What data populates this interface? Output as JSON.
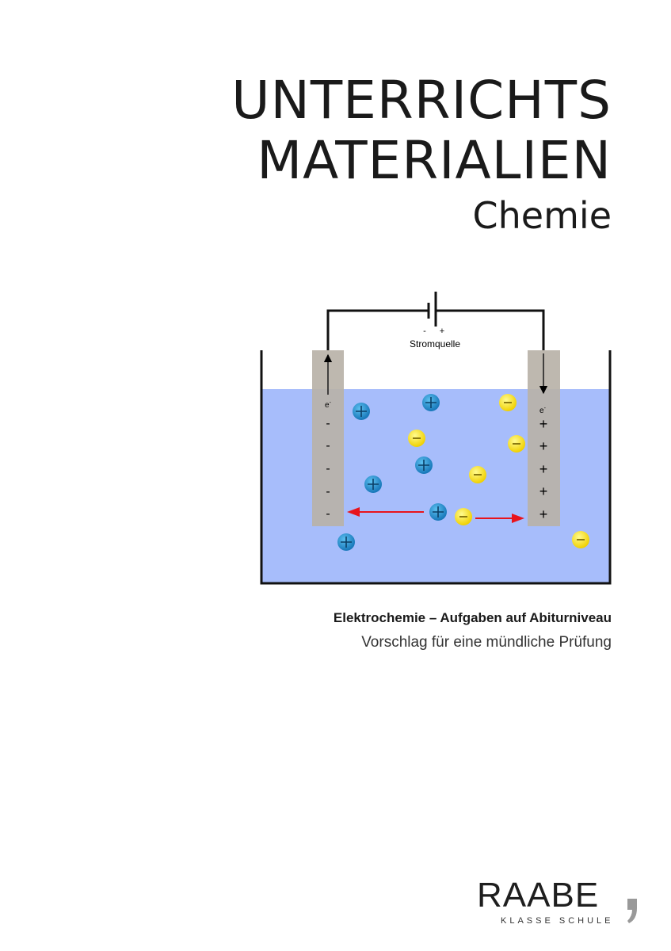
{
  "title": {
    "line1": "UNTERRICHTS",
    "line2": "MATERIALIEN",
    "subject": "Chemie"
  },
  "figure": {
    "power_source_label": "Stromquelle",
    "minus_pole": "-",
    "plus_pole": "+",
    "electron_label": "e",
    "electron_sup": "-",
    "cathode_charge": "-",
    "anode_charge": "+",
    "colors": {
      "electrolyte": "#a7bdfb",
      "electrode": "#b8b2a8",
      "cation": "#2a8fd0",
      "anion": "#f5e31a",
      "arrow": "#e8141c"
    }
  },
  "subtitle": {
    "main": "Elektrochemie – Aufgaben auf Abiturniveau",
    "secondary": "Vorschlag für eine mündliche Prüfung"
  },
  "publisher": {
    "logo": "RAABE",
    "tagline": "KLASSE SCHULE"
  }
}
